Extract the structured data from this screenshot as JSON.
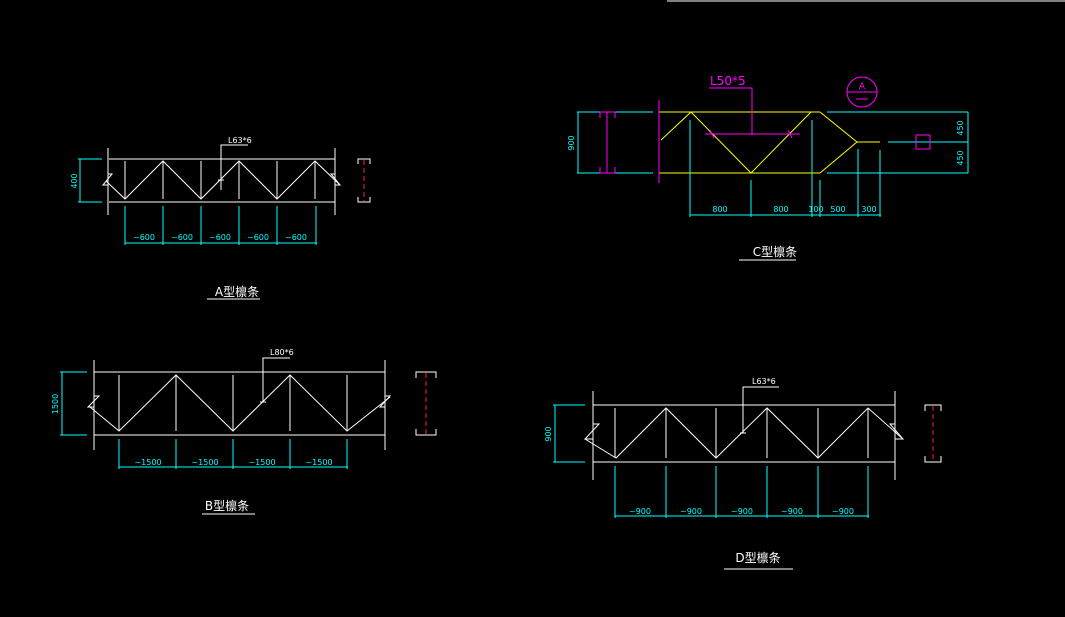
{
  "drawings": {
    "A": {
      "title": "A型檩条",
      "member": "L63*6",
      "height": "400",
      "spacings": [
        "~600",
        "~600",
        "~600",
        "~600",
        "~600"
      ]
    },
    "B": {
      "title": "B型檩条",
      "member": "L80*6",
      "height": "1500",
      "spacings": [
        "~1500",
        "~1500",
        "~1500",
        "~1500"
      ]
    },
    "C": {
      "title": "C型檩条",
      "member": "L50*5",
      "height": "900",
      "section_mark": "A",
      "spacings": [
        "800",
        "800",
        "100",
        "500",
        "300"
      ],
      "right_dims": [
        "450",
        "450"
      ]
    },
    "D": {
      "title": "D型檩条",
      "member": "L63*6",
      "height": "900",
      "spacings": [
        "~900",
        "~900",
        "~900",
        "~900",
        "~900"
      ]
    }
  },
  "colors": {
    "background": "#000000",
    "lines": "#ffffff",
    "dimensions": "#00ffff",
    "highlight": "#ffff00",
    "annotation": "#ff00ff"
  }
}
